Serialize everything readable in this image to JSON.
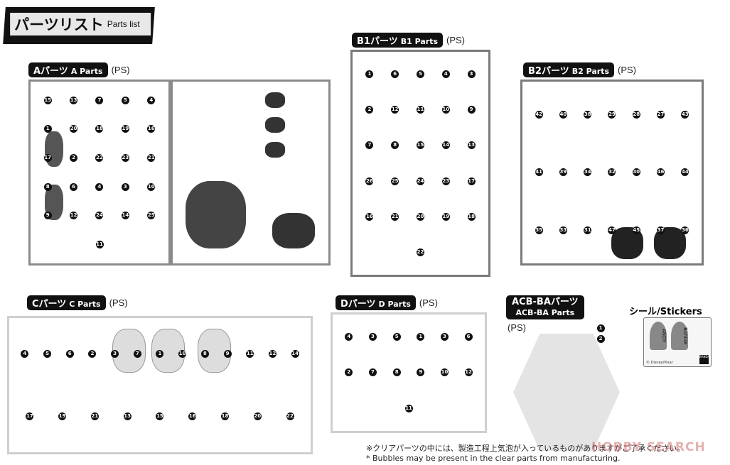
{
  "header": {
    "title_jp": "パーツリスト",
    "title_en": "Parts list"
  },
  "sections": {
    "a": {
      "label_jp": "Aパーツ",
      "label_en": "A Parts",
      "material": "(PS)",
      "numbers": [
        "15",
        "13",
        "7",
        "5",
        "4",
        "1",
        "20",
        "18",
        "19",
        "16",
        "17",
        "2",
        "22",
        "23",
        "21",
        "8",
        "6",
        "4",
        "3",
        "10",
        "9",
        "12",
        "24",
        "14",
        "25",
        "11"
      ]
    },
    "b1": {
      "label_jp": "B1パーツ",
      "label_en": "B1 Parts",
      "material": "(PS)",
      "numbers": [
        "1",
        "6",
        "5",
        "4",
        "3",
        "2",
        "12",
        "11",
        "10",
        "9",
        "7",
        "8",
        "15",
        "14",
        "13",
        "26",
        "25",
        "24",
        "23",
        "17",
        "16",
        "21",
        "20",
        "19",
        "18",
        "22"
      ]
    },
    "b2": {
      "label_jp": "B2パーツ",
      "label_en": "B2 Parts",
      "material": "(PS)",
      "numbers": [
        "42",
        "40",
        "38",
        "29",
        "28",
        "27",
        "43",
        "41",
        "39",
        "34",
        "32",
        "30",
        "46",
        "44",
        "35",
        "33",
        "31",
        "47",
        "45",
        "37",
        "36"
      ]
    },
    "c": {
      "label_jp": "Cパーツ",
      "label_en": "C Parts",
      "material": "(PS)",
      "numbers": [
        "4",
        "5",
        "6",
        "2",
        "3",
        "7",
        "1",
        "10",
        "8",
        "9",
        "11",
        "12",
        "14",
        "17",
        "19",
        "21",
        "13",
        "15",
        "16",
        "18",
        "20",
        "22"
      ]
    },
    "d": {
      "label_jp": "Dパーツ",
      "label_en": "D Parts",
      "material": "(PS)",
      "numbers": [
        "4",
        "3",
        "5",
        "1",
        "3",
        "6",
        "2",
        "7",
        "8",
        "9",
        "10",
        "12",
        "11"
      ]
    },
    "acb": {
      "label_jp": "ACB-BAパーツ",
      "label_en": "ACB-BA Parts",
      "material": "(PS)",
      "numbers": [
        "1",
        "2"
      ]
    }
  },
  "stickers": {
    "title": "シール/Stickers",
    "left_text": "ANDY",
    "right_text": "Bonnie",
    "copyright": "© Disney/Pixar",
    "brand": "BANDAI"
  },
  "footer": {
    "note_jp": "※クリアパーツの中には、製造工程上気泡が入っているものがありますがご了承ください。",
    "note_en": "* Bubbles may be present in the clear parts from manufacturing."
  },
  "watermark": "HOBBY SEARCH"
}
